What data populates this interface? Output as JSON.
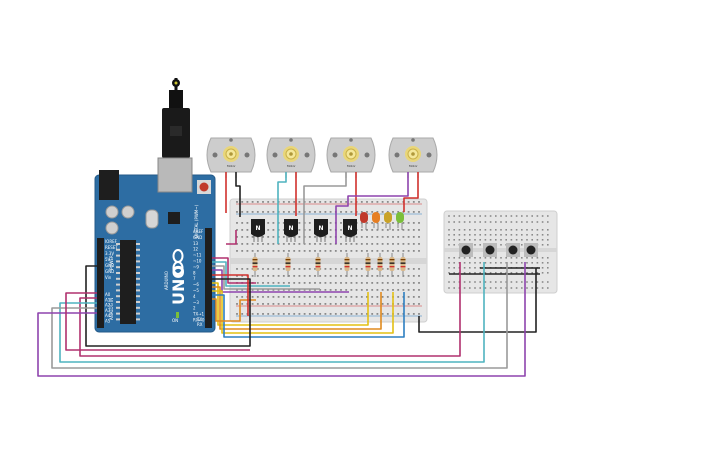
{
  "arduino": {
    "model_text": "UNO",
    "brand_text": "ARDUINO",
    "reset_label": "RESET",
    "power_header_label": "POWER",
    "analog_header_label": "ANALOG IN",
    "digital_header_label": "DIGITAL (PWM~)",
    "tx_label": "TX",
    "rx_label": "RX",
    "on_label": "ON",
    "analog_pins": [
      "A0",
      "A1",
      "A2",
      "A3",
      "A4",
      "A5"
    ],
    "power_pins": [
      "IOREF",
      "RESET",
      "3.3V",
      "5V",
      "GND",
      "GND",
      "Vin"
    ],
    "digital_pins": [
      "AREF",
      "GND",
      "13",
      "12",
      "~11",
      "~10",
      "~9",
      "8",
      "7",
      "~6",
      "~5",
      "4",
      "~3",
      "2",
      "TX→1",
      "RX←0"
    ]
  },
  "motors": [
    {
      "label": "Motor"
    },
    {
      "label": "Motor"
    },
    {
      "label": "Motor"
    },
    {
      "label": "Motor"
    }
  ],
  "transistors": [
    {
      "label": "N"
    },
    {
      "label": "N"
    },
    {
      "label": "N"
    },
    {
      "label": "N"
    }
  ],
  "leds": [
    {
      "color": "#c0392b"
    },
    {
      "color": "#e67e22"
    },
    {
      "color": "#c9a227"
    },
    {
      "color": "#7bbf3a"
    }
  ],
  "wire_colors": {
    "red": "#d0312d",
    "black": "#222222",
    "teal": "#4fb3bf",
    "gray": "#9a9a9a",
    "purple": "#8e44ad",
    "magenta": "#b0306e",
    "orange": "#e08a1e",
    "yellow": "#e3c014",
    "blue": "#2d7fc1"
  },
  "board_color": "#2d6da3",
  "breadboard_color": "#e8e8e8"
}
